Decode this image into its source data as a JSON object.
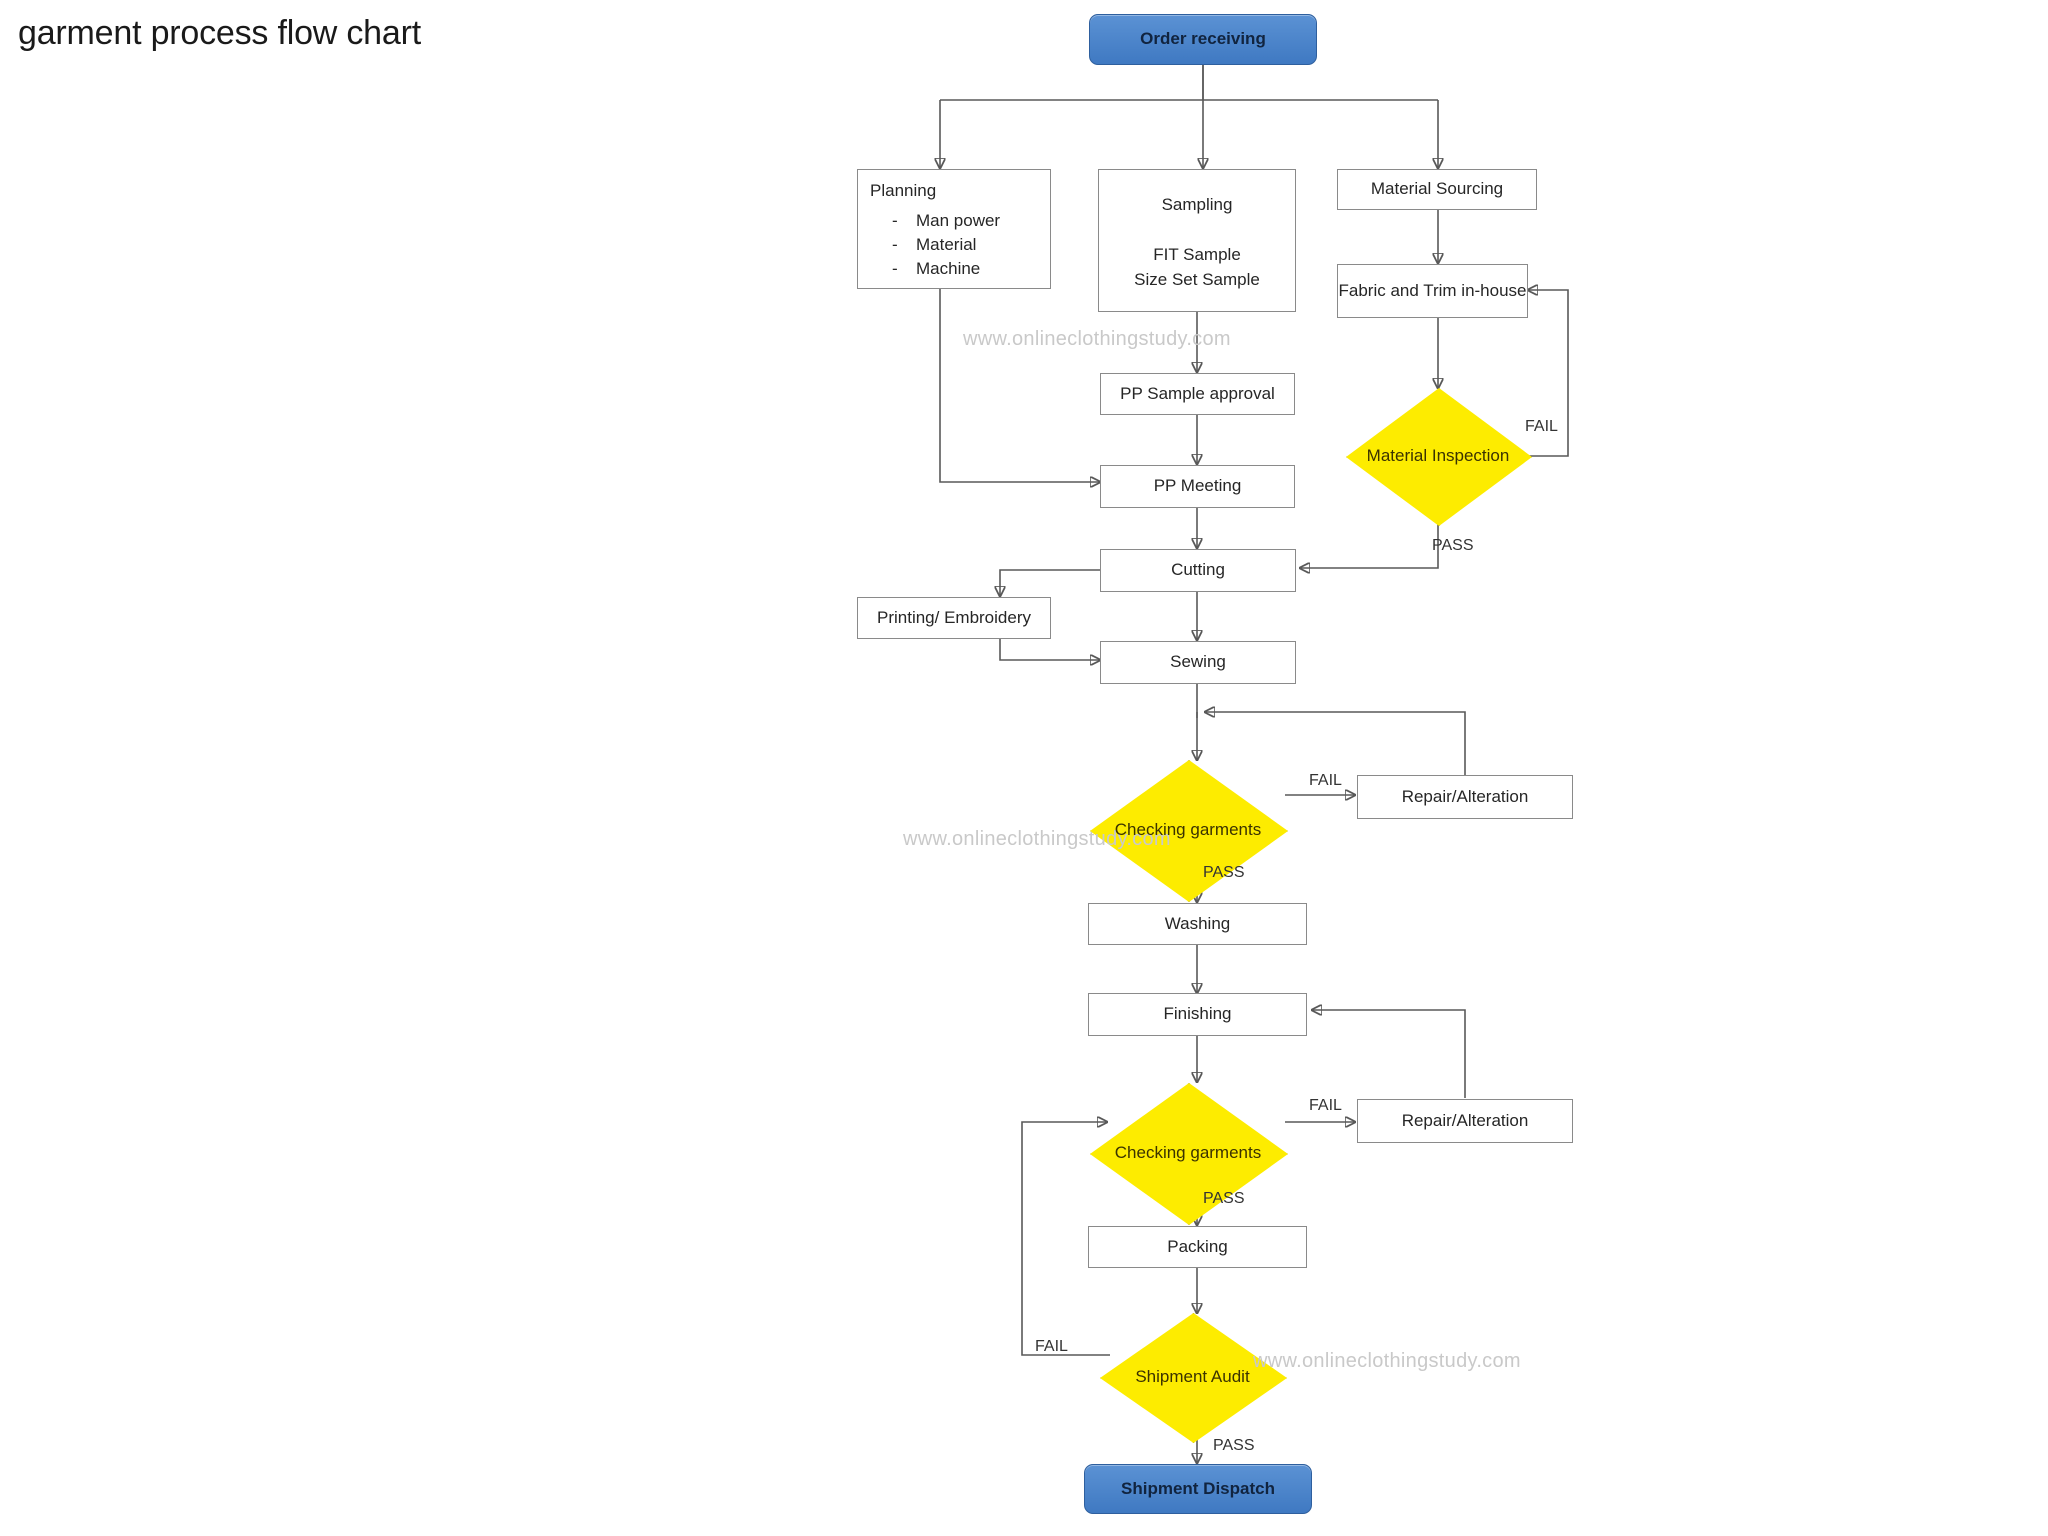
{
  "page": {
    "title": "garment process flow chart",
    "background_color": "#ffffff"
  },
  "palette": {
    "terminator_fill": "#4f86c6",
    "terminator_border": "#2e5f9e",
    "decision_fill": "#fdec00",
    "process_border": "#8a8a8a",
    "process_fill": "#ffffff",
    "connector": "#595959",
    "watermark": "#c9c9c9"
  },
  "watermarks": [
    {
      "text": "www.onlineclothingstudy.com"
    },
    {
      "text": "www.onlineclothingstudy.com"
    },
    {
      "text": "www.onlineclothingstudy.com"
    }
  ],
  "chart_data": {
    "type": "diagram",
    "title": "garment process flow chart",
    "nodes": [
      {
        "id": "order_receiving",
        "label": "Order receiving",
        "shape": "terminator"
      },
      {
        "id": "planning",
        "label": "Planning",
        "shape": "process",
        "bullets": [
          "Man power",
          "Material",
          "Machine"
        ]
      },
      {
        "id": "sampling",
        "label": "Sampling",
        "shape": "process",
        "sublines": [
          "FIT Sample",
          "Size Set Sample"
        ]
      },
      {
        "id": "material_sourcing",
        "label": "Material Sourcing",
        "shape": "process"
      },
      {
        "id": "fabric_trim",
        "label": "Fabric and Trim in-house",
        "shape": "process"
      },
      {
        "id": "pp_sample_approval",
        "label": "PP Sample approval",
        "shape": "process"
      },
      {
        "id": "material_inspection",
        "label": "Material Inspection",
        "shape": "decision"
      },
      {
        "id": "pp_meeting",
        "label": "PP Meeting",
        "shape": "process"
      },
      {
        "id": "cutting",
        "label": "Cutting",
        "shape": "process"
      },
      {
        "id": "printing_embroidery",
        "label": "Printing/ Embroidery",
        "shape": "process"
      },
      {
        "id": "sewing",
        "label": "Sewing",
        "shape": "process"
      },
      {
        "id": "checking_garments_1",
        "label": "Checking garments",
        "shape": "decision"
      },
      {
        "id": "repair_alteration_1",
        "label": "Repair/Alteration",
        "shape": "process"
      },
      {
        "id": "washing",
        "label": "Washing",
        "shape": "process"
      },
      {
        "id": "finishing",
        "label": "Finishing",
        "shape": "process"
      },
      {
        "id": "checking_garments_2",
        "label": "Checking garments",
        "shape": "decision"
      },
      {
        "id": "repair_alteration_2",
        "label": "Repair/Alteration",
        "shape": "process"
      },
      {
        "id": "packing",
        "label": "Packing",
        "shape": "process"
      },
      {
        "id": "shipment_audit",
        "label": "Shipment Audit",
        "shape": "decision"
      },
      {
        "id": "shipment_dispatch",
        "label": "Shipment Dispatch",
        "shape": "terminator"
      }
    ],
    "edges": [
      {
        "from": "order_receiving",
        "to": "planning",
        "label": ""
      },
      {
        "from": "order_receiving",
        "to": "sampling",
        "label": ""
      },
      {
        "from": "order_receiving",
        "to": "material_sourcing",
        "label": ""
      },
      {
        "from": "planning",
        "to": "pp_meeting",
        "label": ""
      },
      {
        "from": "sampling",
        "to": "pp_sample_approval",
        "label": ""
      },
      {
        "from": "pp_sample_approval",
        "to": "pp_meeting",
        "label": ""
      },
      {
        "from": "material_sourcing",
        "to": "fabric_trim",
        "label": ""
      },
      {
        "from": "fabric_trim",
        "to": "material_inspection",
        "label": ""
      },
      {
        "from": "material_inspection",
        "to": "fabric_trim",
        "label": "FAIL"
      },
      {
        "from": "material_inspection",
        "to": "cutting",
        "label": "PASS"
      },
      {
        "from": "pp_meeting",
        "to": "cutting",
        "label": ""
      },
      {
        "from": "cutting",
        "to": "printing_embroidery",
        "label": ""
      },
      {
        "from": "cutting",
        "to": "sewing",
        "label": ""
      },
      {
        "from": "printing_embroidery",
        "to": "sewing",
        "label": ""
      },
      {
        "from": "sewing",
        "to": "checking_garments_1",
        "label": ""
      },
      {
        "from": "checking_garments_1",
        "to": "repair_alteration_1",
        "label": "FAIL"
      },
      {
        "from": "repair_alteration_1",
        "to": "checking_garments_1",
        "label": ""
      },
      {
        "from": "checking_garments_1",
        "to": "washing",
        "label": "PASS"
      },
      {
        "from": "washing",
        "to": "finishing",
        "label": ""
      },
      {
        "from": "finishing",
        "to": "checking_garments_2",
        "label": ""
      },
      {
        "from": "checking_garments_2",
        "to": "repair_alteration_2",
        "label": "FAIL"
      },
      {
        "from": "repair_alteration_2",
        "to": "finishing",
        "label": ""
      },
      {
        "from": "checking_garments_2",
        "to": "packing",
        "label": "PASS"
      },
      {
        "from": "packing",
        "to": "shipment_audit",
        "label": ""
      },
      {
        "from": "shipment_audit",
        "to": "checking_garments_2",
        "label": "FAIL"
      },
      {
        "from": "shipment_audit",
        "to": "shipment_dispatch",
        "label": "PASS"
      }
    ],
    "edge_labels": [
      "FAIL",
      "PASS",
      "FAIL",
      "PASS",
      "FAIL",
      "PASS",
      "FAIL",
      "PASS"
    ]
  }
}
